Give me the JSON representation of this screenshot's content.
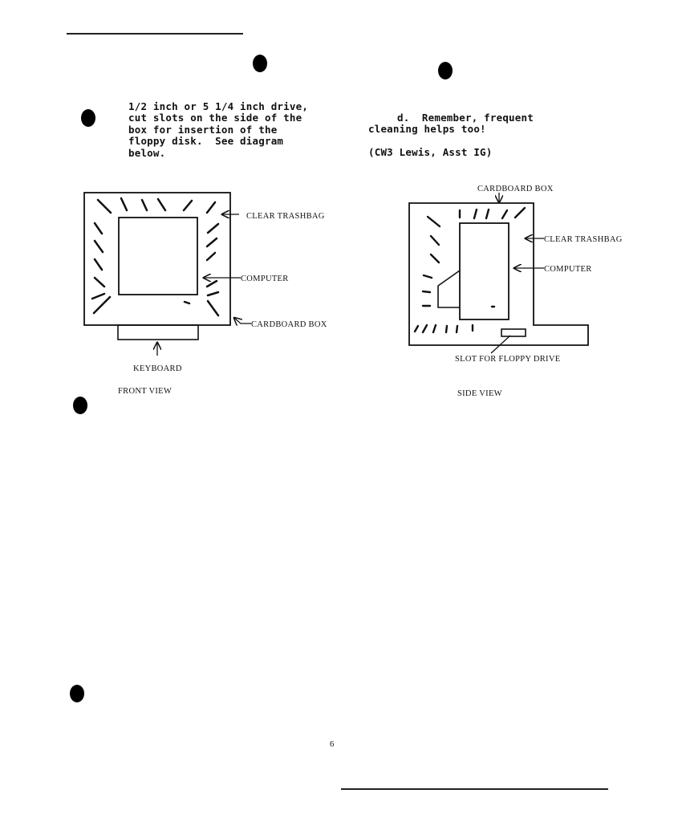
{
  "left_column": {
    "lines": [
      "1/2 inch or 5 1/4 inch drive,",
      "cut slots on the side of the",
      "box for insertion of the",
      "floppy disk.  See diagram",
      "below."
    ]
  },
  "right_column": {
    "item": "d.  Remember, frequent",
    "item_cont": "cleaning helps too!",
    "attribution": "(CW3 Lewis, Asst IG)"
  },
  "front_view": {
    "caption": "FRONT VIEW",
    "labels": {
      "trashbag": "CLEAR TRASHBAG",
      "computer": "COMPUTER",
      "box": "CARDBOARD BOX",
      "keyboard": "KEYBOARD"
    }
  },
  "side_view": {
    "caption": "SIDE VIEW",
    "labels": {
      "box": "CARDBOARD BOX",
      "trashbag": "CLEAR TRASHBAG",
      "computer": "COMPUTER",
      "slot": "SLOT FOR FLOPPY DRIVE"
    }
  },
  "page_number": "6"
}
